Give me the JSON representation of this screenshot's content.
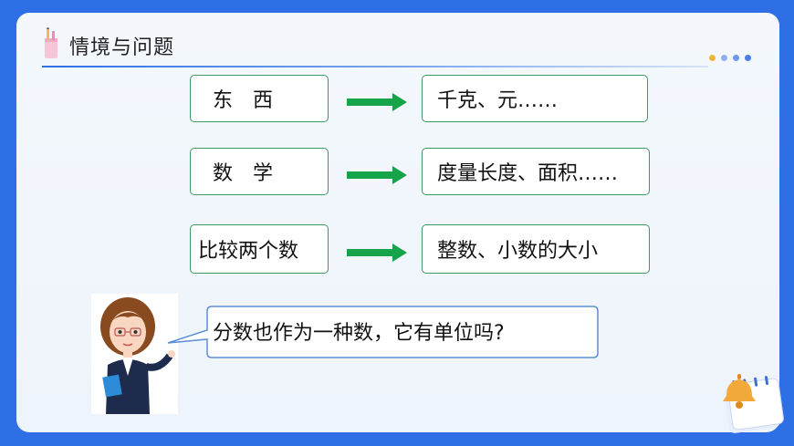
{
  "slide": {
    "title": "情境与问题",
    "accent_color": "#2f6fe6"
  },
  "rows": [
    {
      "left": "东　西",
      "right": "千克、元……"
    },
    {
      "left": "数　学",
      "right": "度量长度、面积……"
    },
    {
      "left": "比较两个数",
      "right": "整数、小数的大小"
    }
  ],
  "question": "分数也作为一种数，它有单位吗?",
  "icons": {
    "title": "pencil-cup-icon",
    "arrow": "right-arrow-icon",
    "corner": "bell-icon"
  },
  "colors": {
    "box_border": "#3f9a62",
    "arrow": "#16a34a"
  }
}
